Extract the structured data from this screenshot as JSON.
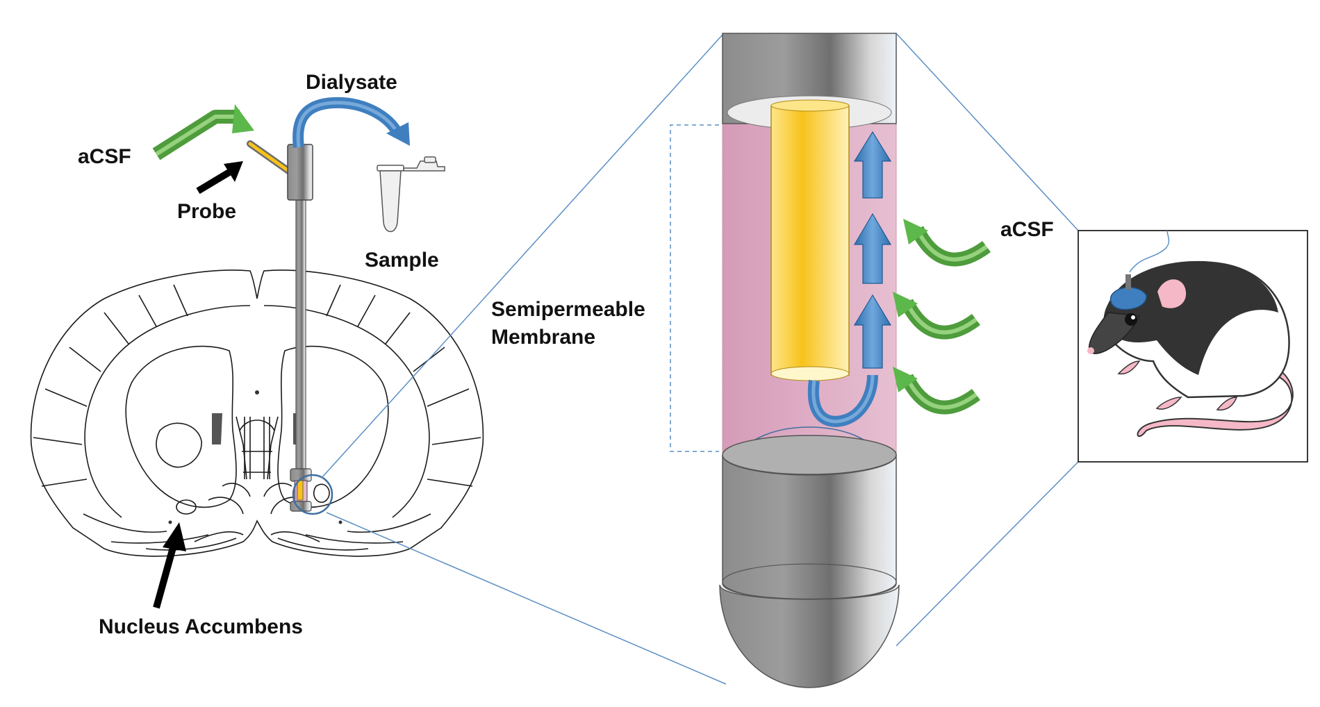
{
  "labels": {
    "acsf_left": "aCSF",
    "dialysate": "Dialysate",
    "probe": "Probe",
    "sample": "Sample",
    "nucleus_accumbens": "Nucleus Accumbens",
    "semipermeable_line1": "Semipermeable",
    "semipermeable_line2": "Membrane",
    "acsf_right": "aCSF"
  },
  "colors": {
    "acsf_arrow": "#5cb84a",
    "flow_arrow": "#3f7fc0",
    "membrane": "#d9a4be",
    "inner_tube": "#f7c21b",
    "steel": "#a9a9a9",
    "callout_line": "#5b8fc4",
    "rat_body": "#333333",
    "rat_skin": "#f5b8c6",
    "implant": "#3f7fc0"
  },
  "icons": [
    "acsf-arrow-icon",
    "dialysate-arrow-icon",
    "sample-tube-icon",
    "pointer-arrow-icon",
    "rat-icon",
    "brain-section-icon"
  ]
}
